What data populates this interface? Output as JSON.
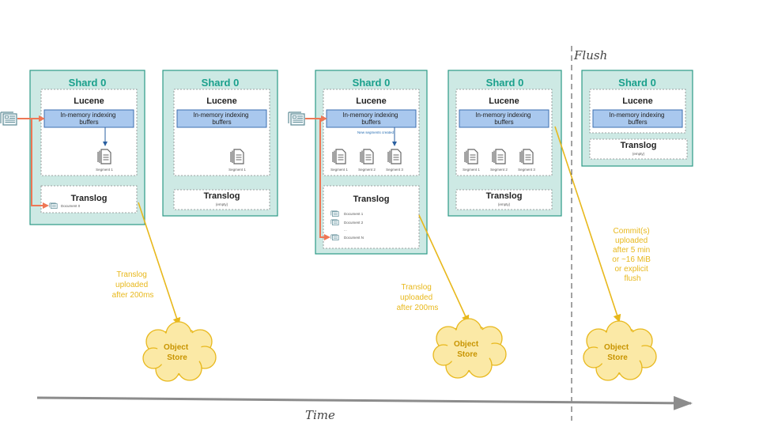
{
  "shard_title": "Shard 0",
  "lucene_label": "Lucene",
  "buffer_label_line1": "In-memory indexing",
  "buffer_label_line2": "buffers",
  "translog_label": "Translog",
  "translog_empty": "(empty)",
  "segment_1": "Segment 1",
  "segment_2": "Segment 2",
  "segment_3": "Segment 3",
  "new_segments": "New segments created",
  "document_0": "Document 0",
  "document_1": "Document 1",
  "document_2": "Document 2",
  "document_n": "Document N",
  "ellipsis": "...",
  "translog_upload": [
    "Translog",
    "uploaded",
    "after 200ms"
  ],
  "commit_upload": [
    "Commit(s)",
    "uploaded",
    "after 5 min",
    "or ~16 MiB",
    "or explicit",
    "flush"
  ],
  "object_store": [
    "Object",
    "Store"
  ],
  "flush_label": "Flush",
  "time_label": "Time",
  "colors": {
    "shard_fill": "#cde9e4",
    "shard_border": "#2c9a86",
    "shard_title": "#1aa08c",
    "buffer_fill": "#a9c8ee",
    "buffer_border": "#3d6fb0",
    "orange_arrow": "#ee7755",
    "yellow": "#e8b81c",
    "cloud_fill": "#fbe9a6",
    "time_arrow": "#8c8c8c"
  }
}
